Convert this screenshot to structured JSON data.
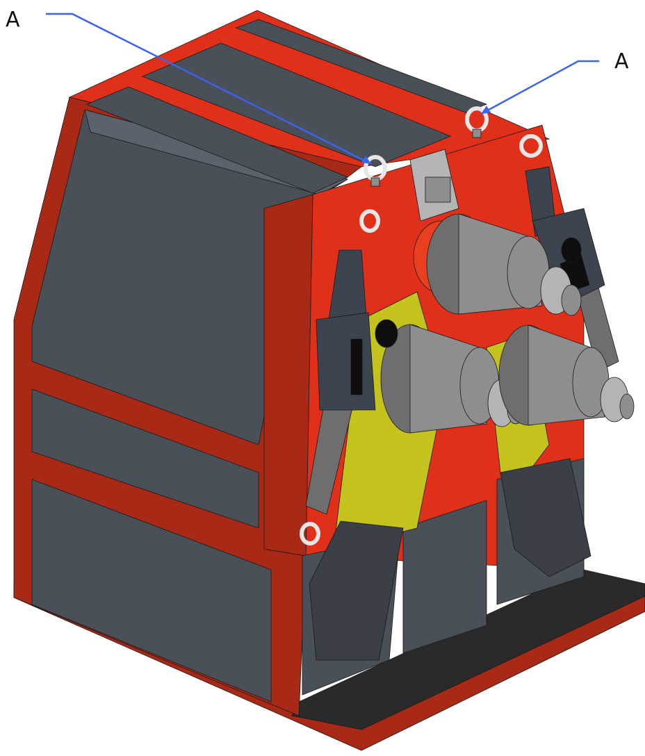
{
  "callouts": [
    {
      "label": "A",
      "target": "lifting-eye-top-front"
    },
    {
      "label": "A",
      "target": "lifting-eye-top-rear"
    }
  ],
  "colors": {
    "frame_red": "#e0301a",
    "frame_dark_red": "#a82a16",
    "panel_slate": "#4a5058",
    "panel_slate_light": "#5c626b",
    "roller_grey": "#8e8e8e",
    "arm_yellow": "#c4c21c",
    "leader_blue": "#3a64f0",
    "eye_silver": "#e6e6e6",
    "base_black": "#2a2a2a"
  }
}
